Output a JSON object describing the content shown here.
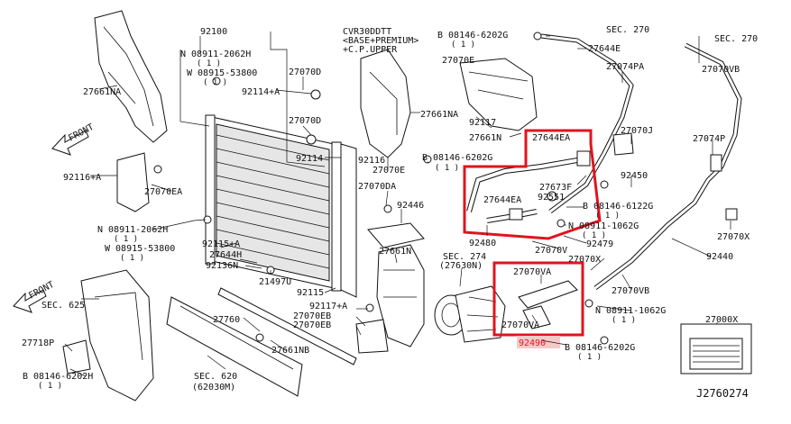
{
  "diagram_id": "J2760274",
  "labels": {
    "l_92100": "92100",
    "l_08911_2062H_top": "N 08911-2062H",
    "l_1a": "( 1 )",
    "l_08915_53800_top": "W 08915-53800",
    "l_1b": "( 1 )",
    "l_92114A_top": "92114+A",
    "l_27070D_a": "27070D",
    "l_27070D_b": "27070D",
    "l_27661NA_left": "27661NA",
    "l_front_top": "FRONT",
    "l_92116A": "92116+A",
    "l_27070EA": "27070EA",
    "l_92114": "92114",
    "l_cvr1": "CVR30DDTT",
    "l_cvr2": "<BASE+PREMIUM>",
    "l_cvr3": "+C.P.UPPER",
    "l_27070E_top": "27070E",
    "l_27661NA_mid": "27661NA",
    "l_92117": "92117",
    "l_27661N": "27661N",
    "l_92116": "92116",
    "l_27070E_mid": "27070E",
    "l_08146_6202G_mid": "B 08146-6202G",
    "l_1c": "( 1 )",
    "l_08146_6202G_top": "B 08146-6202G",
    "l_1d": "( 1 )",
    "l_sec270_a": "SEC. 270",
    "l_27644E": "27644E",
    "l_27074PA": "27074PA",
    "l_sec270_b": "SEC. 270",
    "l_27070VB_top": "27070VB",
    "l_27644EA_top": "27644EA",
    "l_27070J": "27070J",
    "l_27074P": "27074P",
    "l_92450": "92450",
    "l_27673F": "27673F",
    "l_92551": "92551",
    "l_27644EA_mid": "27644EA",
    "l_08146_6122G": "B 08146-6122G",
    "l_1e": "( 1 )",
    "l_08911_1062G_mid": "N 08911-1062G",
    "l_1f": "( 1 )",
    "l_92480": "92480",
    "l_27070V": "27070V",
    "l_92479": "92479",
    "l_27070X_right": "27070X",
    "l_92440": "92440",
    "l_27070DA": "27070DA",
    "l_92446": "92446",
    "l_08911_2062H_mid": "N 08911-2062H",
    "l_1g": "( 1 )",
    "l_08915_53800_mid": "W 08915-53800",
    "l_1h": "( 1 )",
    "l_92115A": "92115+A",
    "l_27644H": "27644H",
    "l_92136N": "92136N",
    "l_21497U": "21497U",
    "l_92115": "92115",
    "l_27661N_low": "27661N",
    "l_sec274": "SEC. 274",
    "l_27630N": "(27630N)",
    "l_27070VA_a": "27070VA",
    "l_27070X_low": "27070X",
    "l_27070VB_low": "27070VB",
    "l_front_low": "FRONT",
    "l_sec625": "SEC. 625",
    "l_92117A": "92117+A",
    "l_27070EB_a": "27070EB",
    "l_27070EB_b": "27070EB",
    "l_27760": "27760",
    "l_27661NB": "27661NB",
    "l_27718P": "27718P",
    "l_08146_6202H": "B 08146-6202H",
    "l_1i": "( 1 )",
    "l_sec620": "SEC. 620",
    "l_62030M": "(62030M)",
    "l_27070VA_b": "27070VA",
    "l_92490": "92490",
    "l_08911_1062G_low": "N 08911-1062G",
    "l_1j": "( 1 )",
    "l_08146_6202G_low": "B 08146-6202G",
    "l_1k": "( 1 )",
    "l_27000X": "27000X",
    "l_code": "J2760274"
  },
  "colors": {
    "highlight": "#e0141e",
    "label_bg": "#f6c9c9",
    "line": "#111111"
  }
}
